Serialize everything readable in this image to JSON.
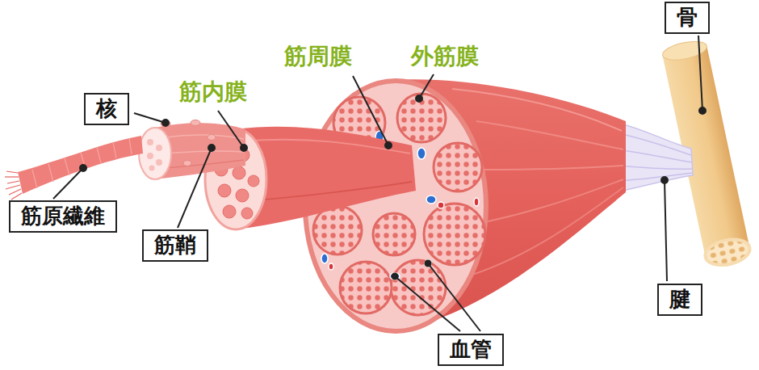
{
  "diagram": {
    "nodes": [
      {
        "text": [
          "骨"
        ]
      },
      {
        "text": [
          "核"
        ]
      },
      {
        "text": [
          "筋原繊維"
        ]
      },
      {
        "text": [
          "筋鞘"
        ]
      },
      {
        "text": [
          "腱"
        ]
      },
      {
        "text": [
          "血管"
        ]
      }
    ],
    "labels": [
      "筋周膜",
      "外筋膜",
      "筋内膜"
    ]
  }
}
